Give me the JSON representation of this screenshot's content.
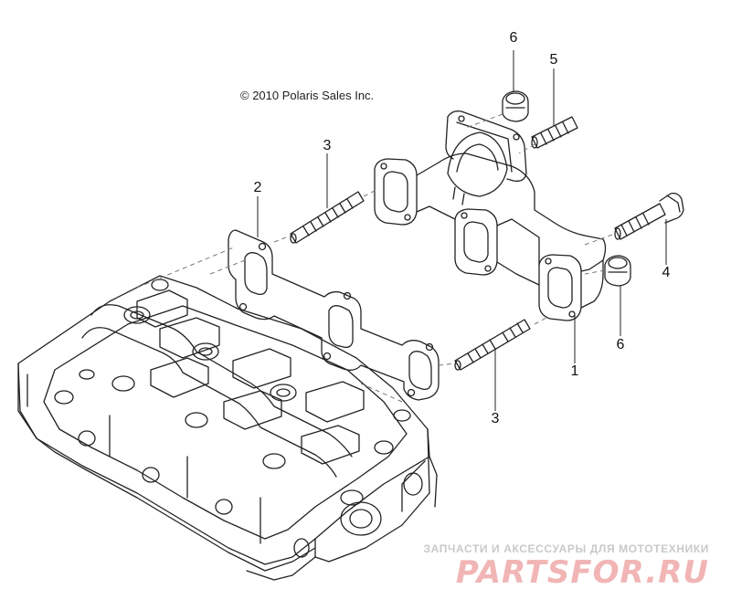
{
  "copyright": "© 2010 Polaris Sales Inc.",
  "callouts": {
    "c1": "1",
    "c2": "2",
    "c3_top": "3",
    "c3_bottom": "3",
    "c4": "4",
    "c5": "5",
    "c6_top": "6",
    "c6_bottom": "6"
  },
  "parts": [
    {
      "ref": "1",
      "depiction": "exhaust manifold"
    },
    {
      "ref": "2",
      "depiction": "manifold gasket"
    },
    {
      "ref": "3",
      "depiction": "stud"
    },
    {
      "ref": "4",
      "depiction": "flange bolt"
    },
    {
      "ref": "5",
      "depiction": "stud"
    },
    {
      "ref": "6",
      "depiction": "flange nut"
    }
  ],
  "watermark": {
    "tagline": "ЗАПЧАСТИ И АКСЕССУАРЫ ДЛЯ МОТОТЕХНИКИ",
    "logo": "PARTSFOR.RU"
  },
  "colors": {
    "line": "#222222",
    "dash": "#777777",
    "watermark_logo": "#f1b5b5",
    "watermark_tagline": "#c9c9c9"
  }
}
